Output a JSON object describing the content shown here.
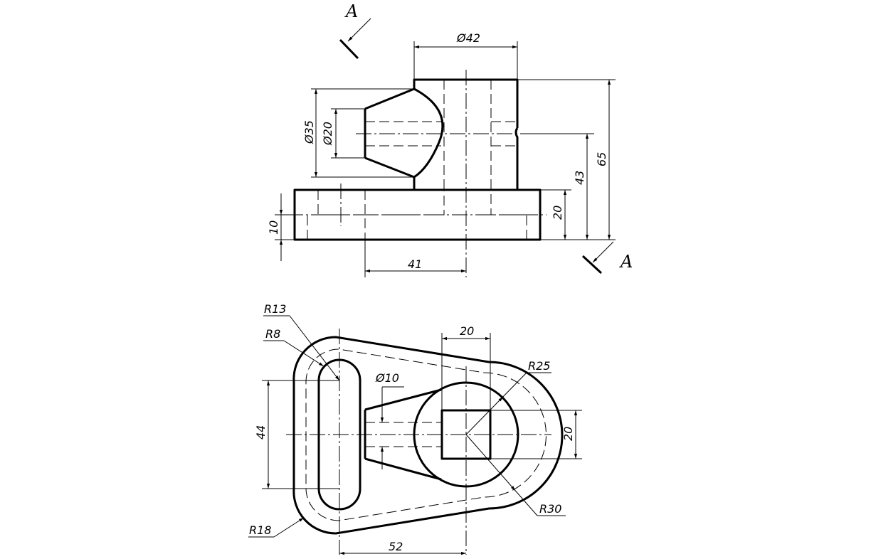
{
  "section": {
    "label": "A"
  },
  "front_view": {
    "dims": {
      "top_dia": "Ø42",
      "outer_dia": "Ø35",
      "inner_dia": "Ø20",
      "total_height": "65",
      "axis_height": "43",
      "base_height": "20",
      "left_height": "10",
      "offset": "41"
    }
  },
  "top_view": {
    "dims": {
      "r13": "R13",
      "r8": "R8",
      "r18": "R18",
      "r25": "R25",
      "r30": "R30",
      "hole_dia": "Ø10",
      "square_w": "20",
      "square_h": "20",
      "slot_len": "44",
      "center_dist": "52"
    }
  }
}
